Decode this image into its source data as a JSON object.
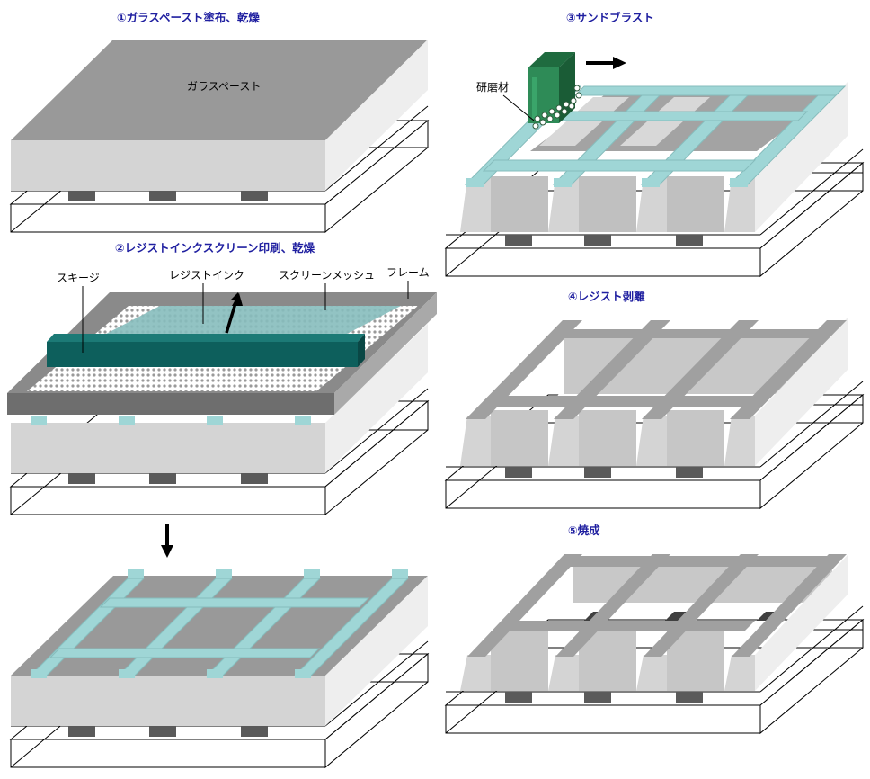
{
  "steps": [
    {
      "id": "step1",
      "title": "①ガラスペースト塗布、乾燥"
    },
    {
      "id": "step2",
      "title": "②レジストインクスクリーン印刷、乾燥"
    },
    {
      "id": "step3",
      "title": "③サンドブラスト"
    },
    {
      "id": "step4",
      "title": "④レジスト剥離"
    },
    {
      "id": "step5",
      "title": "⑤焼成"
    }
  ],
  "labels": {
    "glass_paste": "ガラスペースト",
    "squeegee": "スキージ",
    "resist_ink": "レジストインク",
    "screen_mesh": "スクリーンメッシュ",
    "frame": "フレーム",
    "abrasive": "研磨材"
  },
  "colors": {
    "title_blue": "#1f1fa0",
    "paste_top": "#8c8c8c",
    "paste_front": "#d3d3d3",
    "resist": "#9fd6d6",
    "squeegee": "#0d5f5c",
    "nozzle": "#2e8b57",
    "electrode": "#606060"
  }
}
